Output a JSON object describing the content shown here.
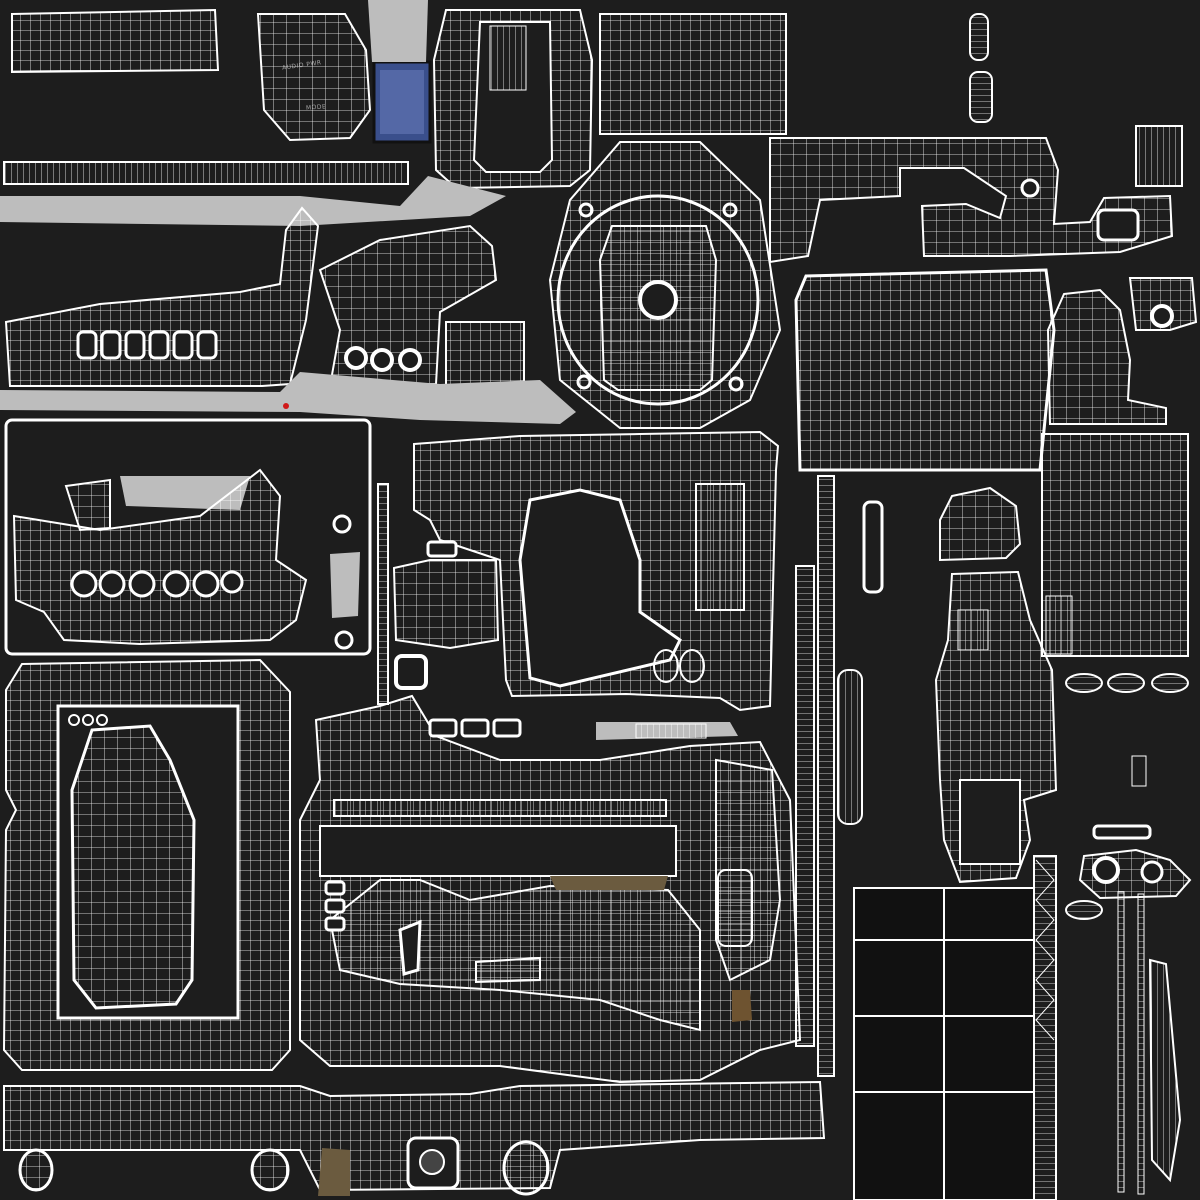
{
  "texture": {
    "kind": "uv-layout",
    "background_color": "#1d1d1d",
    "wire_color": "#ffffff",
    "fill_gray": "#bdbdbd",
    "fill_dark": "#2b2b2b",
    "accent_tan": "#6b5b3f",
    "accent_brown": "#6e5330",
    "accent_blue": "#3a4f8c",
    "marker_red": "#d01818"
  },
  "labels": {
    "audio_label": "AUDIO PWR",
    "mode_label": "MODE"
  }
}
